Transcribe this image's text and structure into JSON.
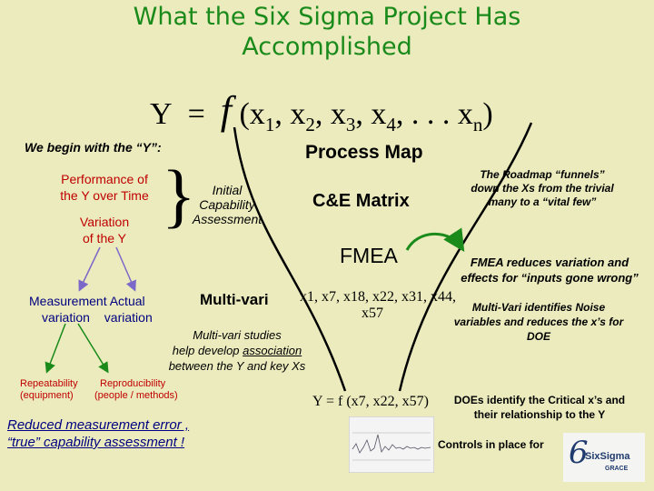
{
  "slide": {
    "title_line1": "What the Six Sigma Project Has",
    "title_line2": "Accomplished",
    "equation": {
      "lhs": "Y",
      "eq": "=",
      "f": "f",
      "args": "(x",
      "s1": "1",
      "sep1": ", x",
      "s2": "2",
      "sep2": ", x",
      "s3": "3",
      "sep3": ", x",
      "s4": "4",
      "sep4": ", . . . x",
      "sn": "n",
      "close": ")"
    },
    "begin_label": "We begin with the “Y”:",
    "process_map": "Process Map",
    "perf_line1": "Performance of",
    "perf_line2": "the Y over Time",
    "var_line1": "Variation",
    "var_line2": "of the Y",
    "brace": "}",
    "initial_line1": "Initial",
    "initial_line2": "Capability",
    "initial_line3": "Assessment",
    "ce_matrix": "C&E Matrix",
    "roadmap_line1": "The Roadmap “funnels”",
    "roadmap_line2": "down the Xs from the trivial",
    "roadmap_line3": "many to a “vital few”",
    "fmea": "FMEA",
    "fmea_note_line1": "FMEA reduces variation and",
    "fmea_note_line2": "effects for “inputs gone wrong”",
    "meas_label": "Measurement  Actual",
    "meas_label2": "variation    variation",
    "multivari": "Multi-vari",
    "xs_line1": "x1, x7, x18, x22, x31, x44,",
    "xs_line2": "x57",
    "mv_noise_line1": "Multi-Vari identifies Noise",
    "mv_noise_line2": "variables and reduces the x’s for",
    "mv_noise_line3": "DOE",
    "mv_study_line1": "Multi-vari studies",
    "mv_study_line2a": "help develop ",
    "mv_study_line2b": "association",
    "mv_study_line3": "between the Y and key Xs",
    "repeat_line1": "Repeatability",
    "repeat_line2": "(equipment)",
    "repro_line1": "Reproducibility",
    "repro_line2": "(people / methods)",
    "reduced_line1": "Reduced measurement error ,",
    "reduced_line2": "“true” capability assessment !",
    "final_eq": "Y = f (x7, x22, x57)",
    "doe_line1": "DOEs identify the Critical x’s and",
    "doe_line2": "their relationship to the Y",
    "controls": "Controls in place for",
    "logo_number": "6",
    "logo_line1": "SixSigma",
    "logo_line2": "GRACE"
  },
  "colors": {
    "title": "#1a8a1a",
    "red": "#c00000",
    "arrow": "#7b68c8",
    "green": "#1a8a1a",
    "navy": "#000080"
  }
}
